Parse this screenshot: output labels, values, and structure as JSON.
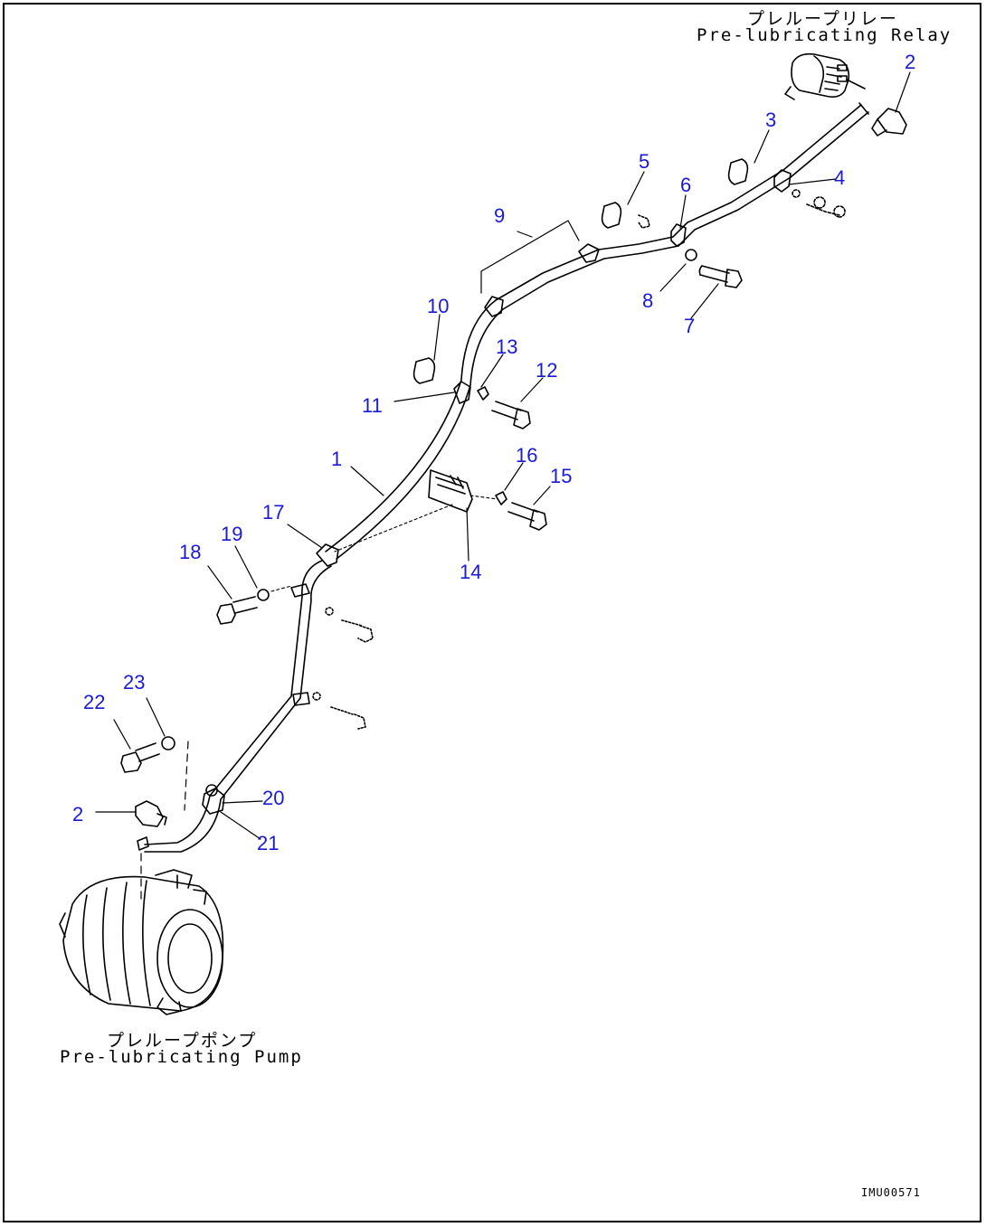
{
  "labels": {
    "relay_jp": "プレループリレー",
    "relay_en": "Pre-lubricating Relay",
    "pump_jp": "プレループポンプ",
    "pump_en": "Pre-lubricating Pump",
    "drawing_code": "IMU00571"
  },
  "colors": {
    "callout": "#1a1ad8",
    "line": "#000000"
  },
  "callouts": [
    "1",
    "2",
    "2",
    "3",
    "4",
    "5",
    "6",
    "7",
    "8",
    "9",
    "10",
    "11",
    "12",
    "13",
    "14",
    "15",
    "16",
    "17",
    "18",
    "19",
    "20",
    "21",
    "22",
    "23"
  ]
}
